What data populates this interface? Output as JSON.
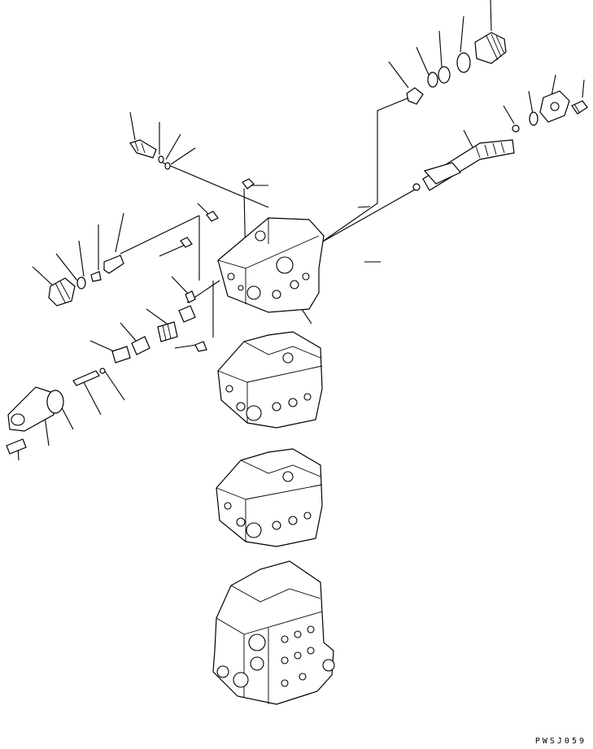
{
  "drawing": {
    "code": "PWSJ059"
  },
  "parts": [
    {
      "name": "spool-valve-block-top"
    },
    {
      "name": "valve-section-2"
    },
    {
      "name": "valve-section-3"
    },
    {
      "name": "valve-body-end"
    }
  ]
}
